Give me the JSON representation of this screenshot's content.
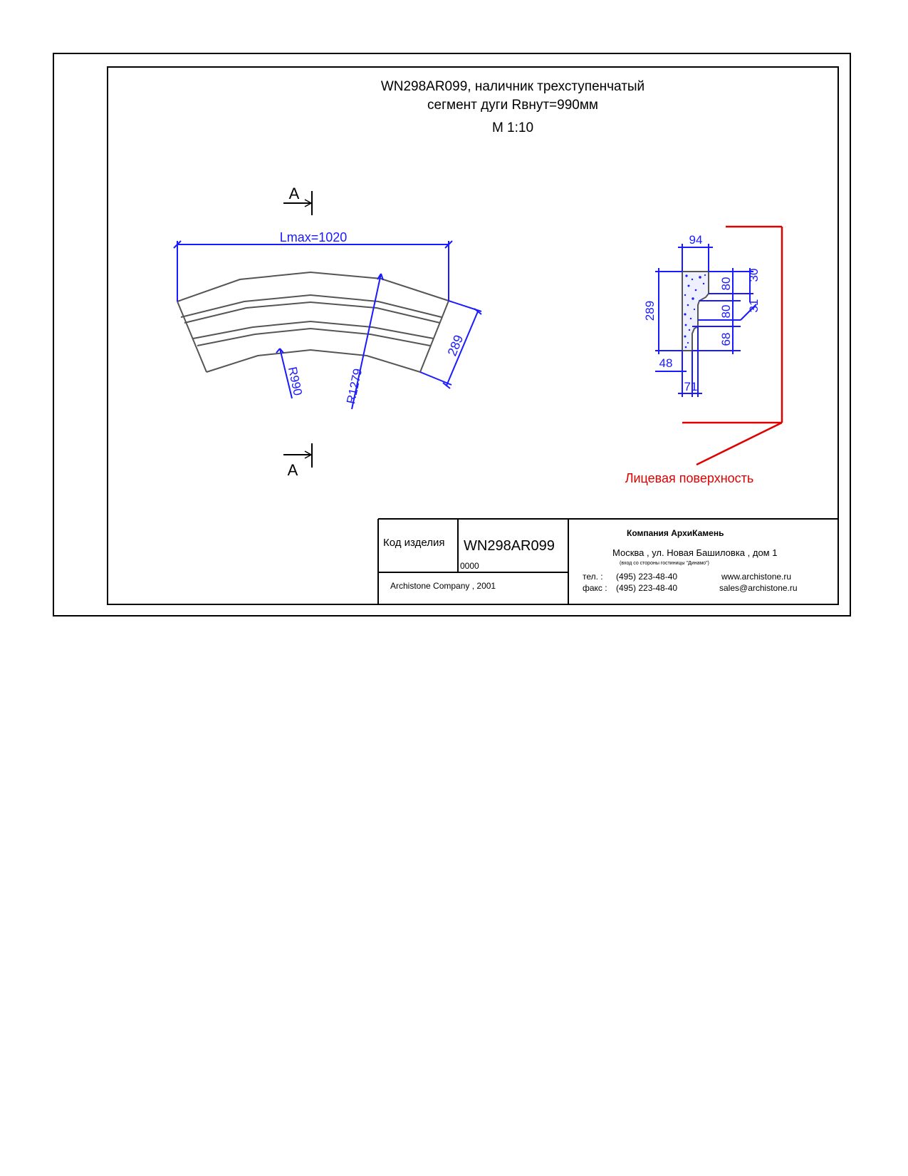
{
  "title": {
    "line1": "WN298AR099, наличник трехступенчатый",
    "line2": "сегмент дуги Rвнут=990мм",
    "scale": "M 1:10"
  },
  "plan_view": {
    "section_label_top": "A",
    "section_label_bottom": "A",
    "length_label": "Lmax=1020",
    "width_label": "289",
    "inner_radius_label": "R990",
    "outer_radius_label": "R1279"
  },
  "section_view": {
    "dim_top_width": "94",
    "dim_height": "289",
    "dim_step1": "80",
    "dim_step2": "80",
    "dim_step3": "68",
    "dim_offset1": "30",
    "dim_offset2": "31",
    "dim_bottom_left": "48",
    "dim_bottom_width": "71",
    "face_surface_label": "Лицевая поверхность"
  },
  "title_block": {
    "product_code_label": "Код изделия",
    "product_code": "WN298AR099",
    "sub_code": "0000",
    "copyright": "Archistone  Company ,  2001",
    "company_name": "Компания  АрхиКамень",
    "address": "Москва , ул. Новая Башиловка , дом 1",
    "address_note": "(вход со стороны гостиницы \"Динамо\")",
    "phone_label": "тел.   :",
    "phone": "(495) 223-48-40",
    "fax_label": "факс :",
    "fax": "(495) 223-48-40",
    "website": "www.archistone.ru",
    "email": "sales@archistone.ru"
  },
  "colors": {
    "dimension": "#1a1aff",
    "face_surface": "#e00000",
    "outline": "#555555"
  }
}
